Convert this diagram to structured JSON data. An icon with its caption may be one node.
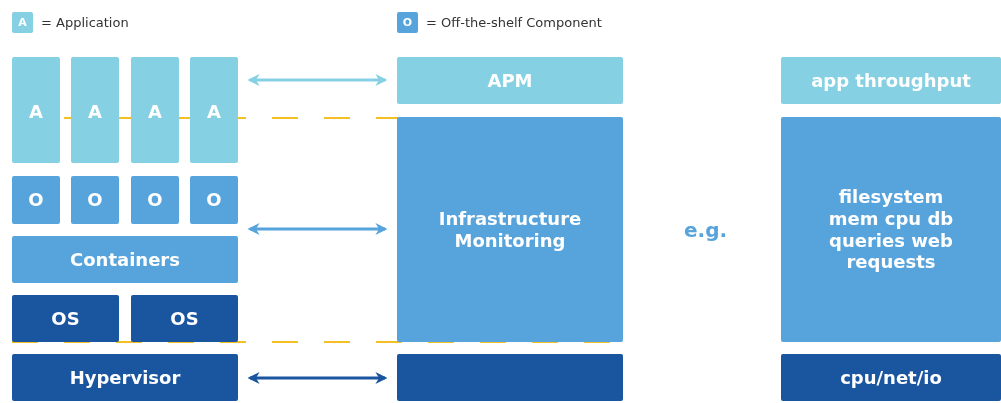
{
  "diagram": {
    "nodes": [
      {
        "text": [
          "A"
        ]
      },
      {
        "text": [
          "A"
        ]
      },
      {
        "text": [
          "A"
        ]
      },
      {
        "text": [
          "A"
        ]
      },
      {
        "text": [
          "O"
        ]
      },
      {
        "text": [
          "O"
        ]
      },
      {
        "text": [
          "O"
        ]
      },
      {
        "text": [
          "O"
        ]
      },
      {
        "text": [
          "Containers"
        ]
      },
      {
        "text": [
          "OS"
        ]
      },
      {
        "text": [
          "OS"
        ]
      },
      {
        "text": [
          "Hypervisor"
        ]
      },
      {
        "text": [
          "APM"
        ]
      },
      {
        "text": [
          "Infrastructure Monitoring"
        ]
      },
      {
        "text": [],
        "shape": "box"
      },
      {
        "text": [
          "app throughput"
        ]
      },
      {
        "text": [
          "filesystem mem cpu db queries web requests"
        ]
      },
      {
        "text": [
          "cpu/net/io"
        ]
      }
    ],
    "edges": [
      {
        "from": 3,
        "to": 12,
        "arrow": "both",
        "color": "#85d0e2"
      },
      {
        "from": 8,
        "to": 13,
        "arrow": "both",
        "color": "#57a4dc"
      },
      {
        "from": 11,
        "to": 14,
        "arrow": "both",
        "color": "#1a55a0"
      }
    ],
    "labels": [
      "A",
      "O",
      "e.g."
    ],
    "legend": [
      {
        "text": "= Application",
        "color": "#85d0e2"
      },
      {
        "text": "= Off-the-shelf Component",
        "color": "#57a4dc"
      }
    ]
  }
}
